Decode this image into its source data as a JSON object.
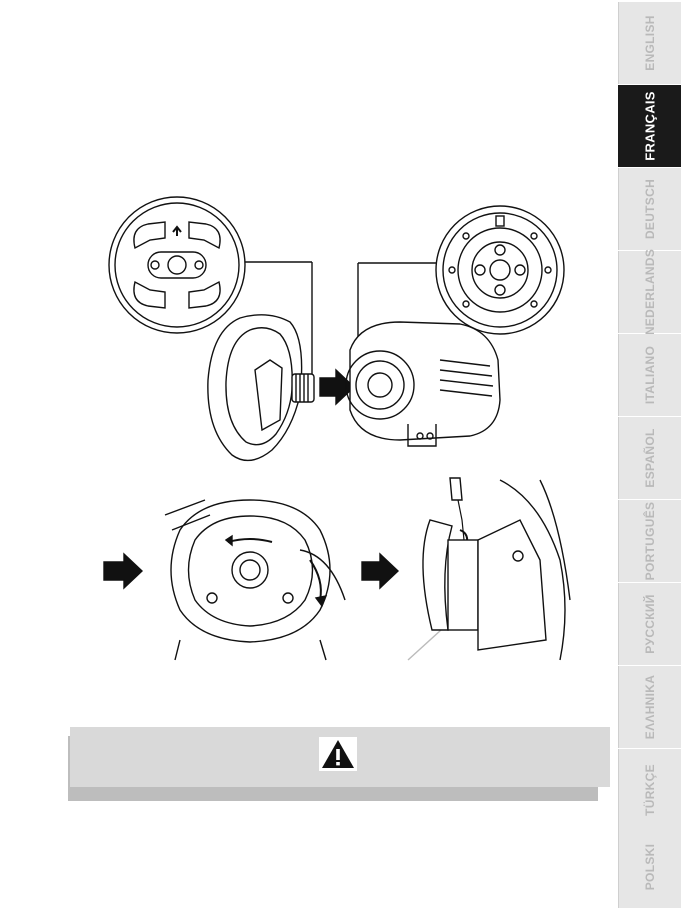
{
  "language_tabs": [
    {
      "label": "ENGLISH",
      "active": false
    },
    {
      "label": "FRANÇAIS",
      "active": true
    },
    {
      "label": "DEUTSCH",
      "active": false
    },
    {
      "label": "NEDERLANDS",
      "active": false
    },
    {
      "label": "ITALIANO",
      "active": false
    },
    {
      "label": "ESPAÑOL",
      "active": false
    },
    {
      "label": "PORTUGUÊS",
      "active": false
    },
    {
      "label": "PУССКИЙ",
      "active": false
    },
    {
      "label": "ΕΛΛΗΝΙΚΑ",
      "active": false
    },
    {
      "label": "TÜRKÇE",
      "active": false
    },
    {
      "label": "POLSKI",
      "active": false
    }
  ],
  "icons": {
    "warning": "warning-triangle-icon",
    "arrow": "right-arrow-icon"
  },
  "colors": {
    "active_tab": "#1a1a1a",
    "inactive_tab": "#e6e6e6",
    "warning_box": "#d9d9d9"
  }
}
